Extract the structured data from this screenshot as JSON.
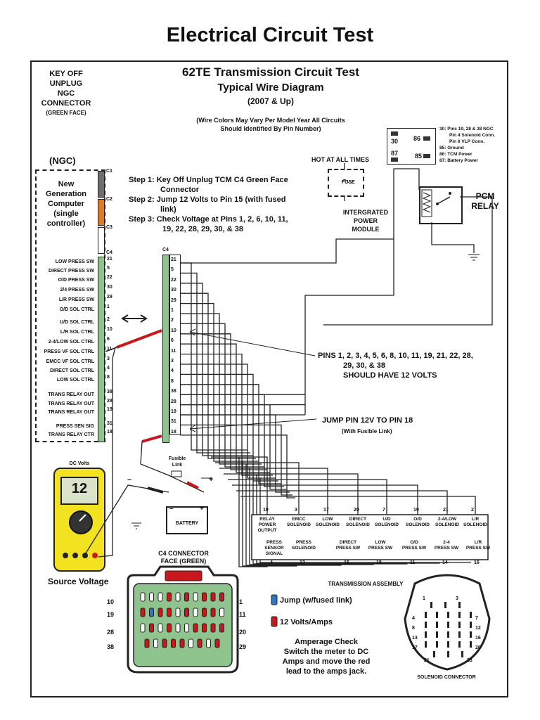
{
  "page_title": "Electrical Circuit Test",
  "header": {
    "title": "62TE Transmission Circuit Test",
    "subtitle": "Typical Wire Diagram",
    "years": "(2007 & Up)",
    "note_line1": "(Wire Colors May Vary Per Model Year All Circuits",
    "note_line2": "Should Identified By Pin Number)"
  },
  "key_off": {
    "line1": "KEY OFF",
    "line2": "UNPLUG",
    "line3": "NGC",
    "line4": "CONNECTOR",
    "line5": "(GREEN FACE)"
  },
  "ngc": {
    "label": "(NGC)",
    "desc1": "New",
    "desc2": "Generation",
    "desc3": "Computer",
    "desc4": "(single",
    "desc5": "controller)",
    "connectors": [
      "C1",
      "C2",
      "C3",
      "C4"
    ],
    "pins": [
      {
        "label": "LOW PRESS SW",
        "num": "21"
      },
      {
        "label": "DIRECT PRESS SW",
        "num": "5"
      },
      {
        "label": "O/D PRESS SW",
        "num": "22"
      },
      {
        "label": "2/4 PRESS SW",
        "num": "30"
      },
      {
        "label": "L/R PRESS SW",
        "num": "29"
      },
      {
        "label": "O/D SOL CTRL",
        "num": "1"
      },
      {
        "label": "U/D SOL CTRL",
        "num": "2"
      },
      {
        "label": "L/R SOL CTRL",
        "num": "10"
      },
      {
        "label": "2-4/LOW SOL CTRL",
        "num": "6"
      },
      {
        "label": "PRESS VF SOL CTRL",
        "num": "11"
      },
      {
        "label": "EMCC VF SOL CTRL",
        "num": "3"
      },
      {
        "label": "DIRECT SOL CTRL",
        "num": "4"
      },
      {
        "label": "LOW SOL CTRL",
        "num": "8"
      },
      {
        "label": "TRANS RELAY OUT",
        "num": "38"
      },
      {
        "label": "TRANS RELAY OUT",
        "num": "28"
      },
      {
        "label": "TRANS RELAY OUT",
        "num": "19"
      },
      {
        "label": "PRESS SEN SIG",
        "num": "31"
      },
      {
        "label": "TRANS RELAY CTR",
        "num": "18"
      }
    ]
  },
  "steps": {
    "s1a": "Step 1: Key Off Unplug TCM C4 Green Face",
    "s1b": "Connector",
    "s2a": "Step 2: Jump 12 Volts to Pin 15 (with fused",
    "s2b": "link)",
    "s3a": "Step 3: Check Voltage at Pins 1, 2, 6, 10, 11,",
    "s3b": "19, 22, 28, 29, 30, & 38"
  },
  "c4": {
    "label": "C4",
    "pins": [
      "21",
      "5",
      "22",
      "30",
      "29",
      "1",
      "2",
      "10",
      "6",
      "11",
      "3",
      "4",
      "8",
      "38",
      "28",
      "19",
      "31",
      "18"
    ]
  },
  "relay": {
    "t30": "30",
    "t86": "86",
    "t87": "87",
    "t85": "85",
    "legend1": "30: Pins 19, 28 & 38 NGC",
    "legend2": "Pin 4 Solenoid Conn.",
    "legend3": "Pin 6 VLP Conn.",
    "legend4": "85: Ground",
    "legend5": "86: TCM Power",
    "legend6": "87: Battery Power",
    "hot": "HOT AT ALL TIMES",
    "fuse": "FUSE",
    "ipm1": "INTERGRATED",
    "ipm2": "POWER",
    "ipm3": "MODULE",
    "pcm1": "PCM",
    "pcm2": "RELAY"
  },
  "callouts": {
    "pins1": "PINS 1, 2, 3, 4, 5, 6, 8, 10, 11, 19, 21, 22, 28,",
    "pins2": "29, 30, & 38",
    "pins3": "SHOULD HAVE 12 VOLTS",
    "jump1": "JUMP PIN 12V TO PIN 18",
    "jump2": "(With Fusible Link)"
  },
  "meter": {
    "title": "DC Volts",
    "reading": "12",
    "caption": "Source Voltage",
    "fusible1": "Fusible",
    "fusible2": "Link",
    "battery": "BATTERY",
    "minus": "–",
    "plus": "+"
  },
  "solenoids": {
    "top_nums": [
      "10",
      "3",
      "17",
      "20",
      "7",
      "19",
      "21",
      "2"
    ],
    "top_labels": [
      [
        "RELAY",
        "POWER",
        "OUTPUT"
      ],
      [
        "EMCC",
        "SOLENOID"
      ],
      [
        "LOW",
        "SOLENOID"
      ],
      [
        "DIRECT",
        "SOLENOID"
      ],
      [
        "U/D",
        "SOLENOID"
      ],
      [
        "O/D",
        "SOLENOID"
      ],
      [
        "2-4/LOW",
        "SOLENOID"
      ],
      [
        "L/R",
        "SOLENOID"
      ]
    ],
    "bottom_labels": [
      [
        "PRESS",
        "SENSOR",
        "SIGNAL"
      ],
      [
        "PRESS",
        "SOLENOID"
      ],
      [
        "DIRECT",
        "PRESS SW"
      ],
      [
        "LOW",
        "PRESS SW"
      ],
      [
        "O/D",
        "PRESS SW"
      ],
      [
        "2-4",
        "PRESS SW"
      ],
      [
        "L/R",
        "PRESS SW"
      ]
    ],
    "bottom_nums": [
      "4",
      "12",
      "15",
      "18",
      "11",
      "14",
      "16"
    ],
    "assembly": "TRANSMISSION ASSEMBLY"
  },
  "c4_face": {
    "title1": "C4 CONNECTOR",
    "title2": "FACE (GREEN)",
    "left_nums": [
      "10",
      "19",
      "28",
      "38"
    ],
    "right_nums": [
      "1",
      "11",
      "20",
      "29"
    ]
  },
  "legend": {
    "jump": "Jump (w/fused link)",
    "volts": "12 Volts/Amps",
    "amp1": "Amperage Check",
    "amp2": "Switch the meter to DC",
    "amp3": "Amps and move the red",
    "amp4": "lead to the amps jack."
  },
  "sol_conn": {
    "label": "SOLENOID CONNECTOR",
    "nums": [
      "1",
      "3",
      "4",
      "7",
      "8",
      "12",
      "13",
      "16",
      "17",
      "20",
      "21",
      "23"
    ]
  },
  "colors": {
    "connector_green": "#8fc48f",
    "probe_red": "#c8181e",
    "jump_blue": "#2b78c5",
    "meter_yellow": "#f2e21f",
    "c2_orange": "#e07b25",
    "c1_gray": "#6e6e6e"
  }
}
